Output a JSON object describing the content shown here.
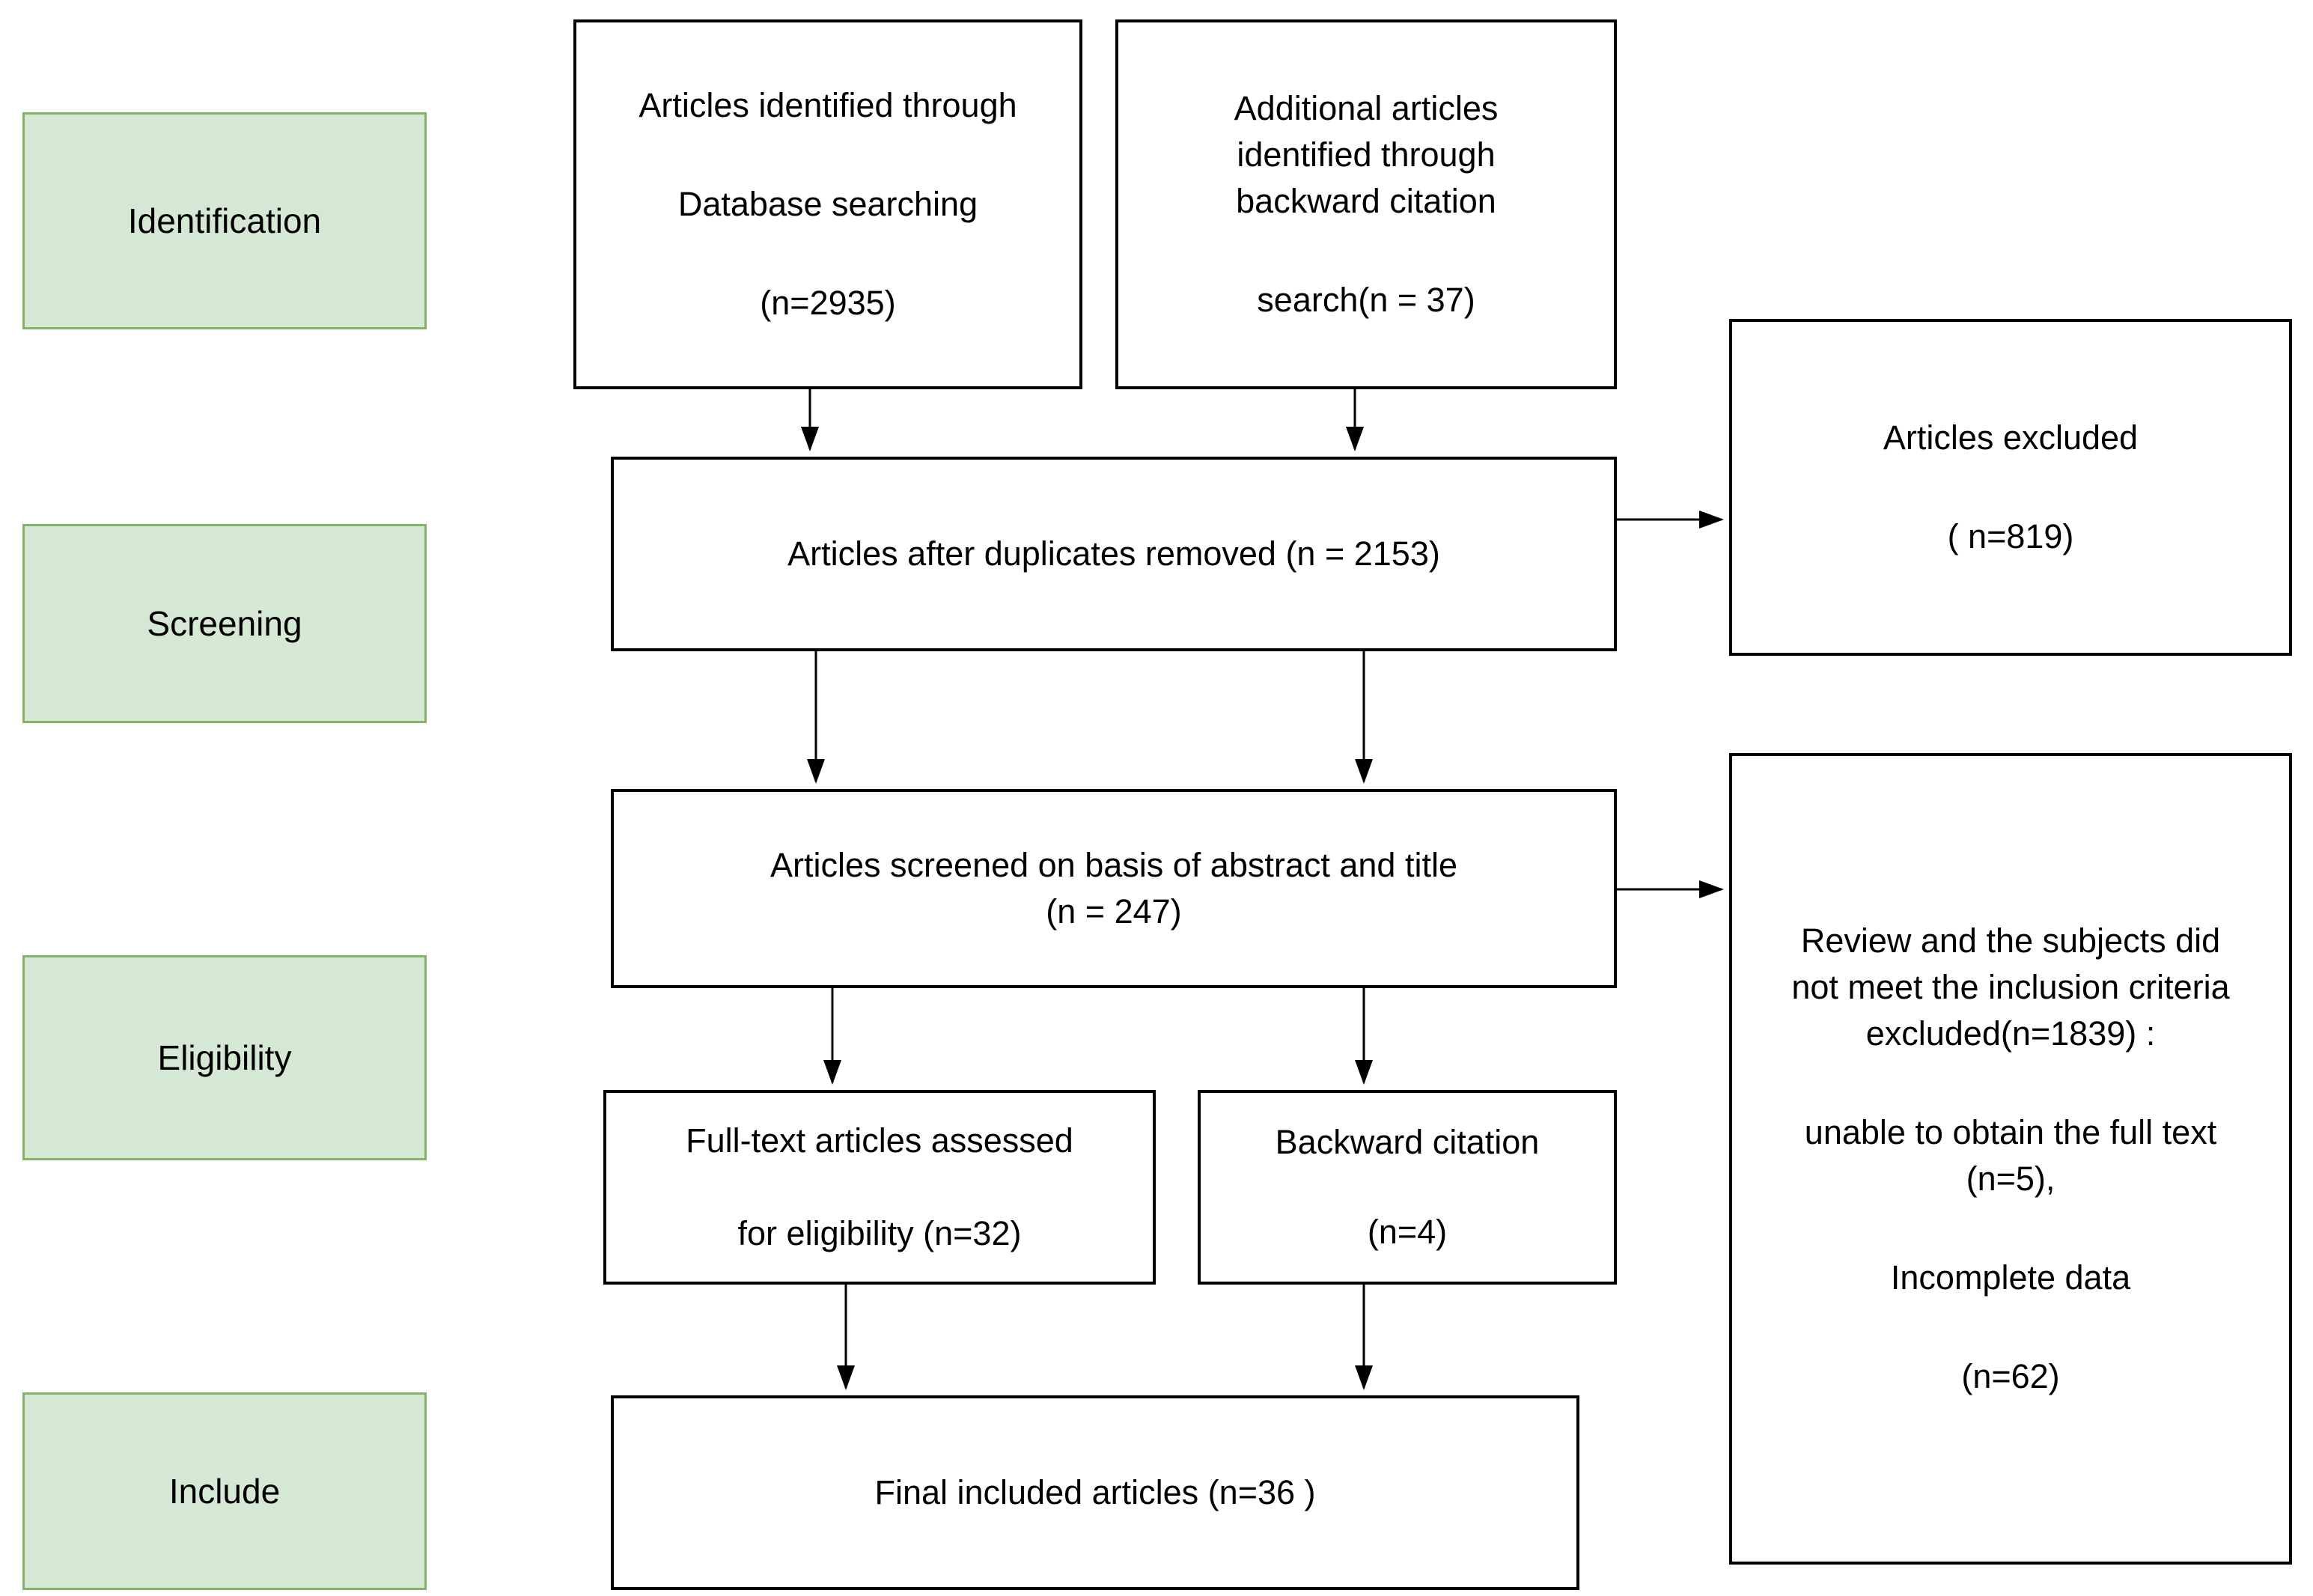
{
  "stages": {
    "identification": "Identification",
    "screening": "Screening",
    "eligibility": "Eligibility",
    "include": "Include"
  },
  "nodes": {
    "identified": {
      "paras": [
        [
          "Articles identified through"
        ],
        [
          "Database searching"
        ],
        [
          "(n=2935)"
        ]
      ]
    },
    "additional": {
      "paras": [
        [
          "Additional articles",
          "identified through",
          "backward citation"
        ],
        [
          "search(n = 37)"
        ]
      ]
    },
    "duplicates_removed": {
      "paras": [
        [
          "Articles after duplicates removed (n = 2153)"
        ]
      ]
    },
    "screened": {
      "paras": [
        [
          "Articles screened on basis of abstract and title",
          "(n = 247)"
        ]
      ]
    },
    "fulltext": {
      "paras": [
        [
          "Full-text articles assessed"
        ],
        [
          "for eligibility (n=32)"
        ]
      ]
    },
    "backward": {
      "paras": [
        [
          "Backward citation"
        ],
        [
          "(n=4)"
        ]
      ]
    },
    "final": {
      "paras": [
        [
          "Final included articles (n=36 )"
        ]
      ]
    },
    "excluded": {
      "paras": [
        [
          "Articles excluded"
        ],
        [
          "( n=819)"
        ]
      ]
    },
    "excluded_reasons": {
      "paras": [
        [
          "Review and the subjects did",
          "not meet the inclusion criteria",
          "excluded(n=1839) :"
        ],
        [
          "unable to obtain the full text",
          "(n=5),"
        ],
        [
          "Incomplete data"
        ],
        [
          "(n=62)"
        ]
      ]
    }
  },
  "colors": {
    "stage_fill": "#d5e8d4",
    "stage_border": "#82b366",
    "node_border": "#000000",
    "arrow": "#000000",
    "text": "#000000",
    "background": "#ffffff"
  }
}
